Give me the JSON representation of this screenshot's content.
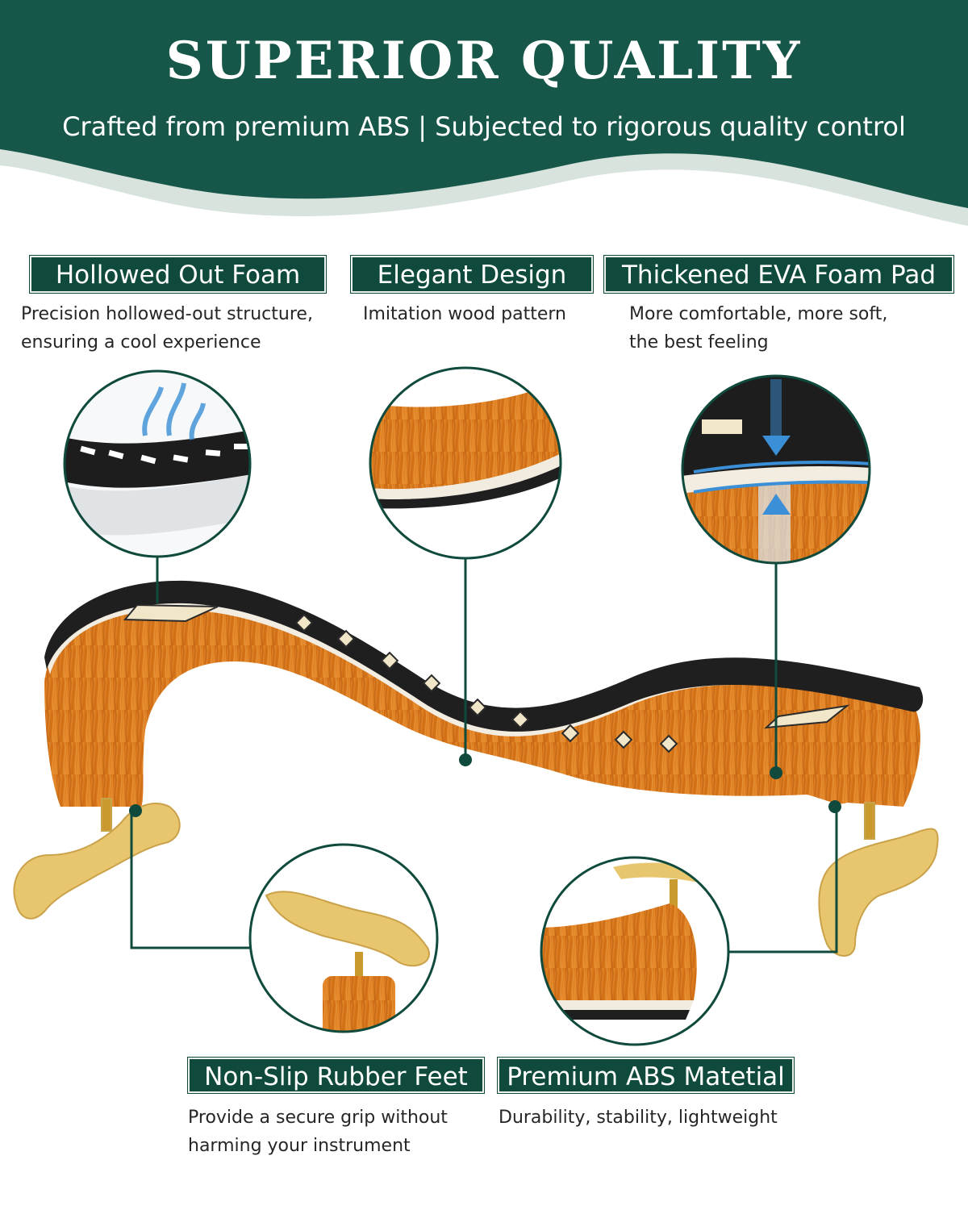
{
  "header": {
    "title": "SUPERIOR QUALITY",
    "subtitle": "Crafted from premium ABS | Subjected to rigorous quality control"
  },
  "features": {
    "hollowed": {
      "label": "Hollowed Out Foam",
      "lines": [
        "Precision hollowed-out structure,",
        "ensuring a cool experience"
      ]
    },
    "elegant": {
      "label": "Elegant Design",
      "lines": [
        "Imitation wood pattern"
      ]
    },
    "thickened": {
      "label": "Thickened EVA Foam Pad",
      "lines": [
        "More comfortable, more soft,",
        "the best feeling"
      ]
    },
    "nonslip": {
      "label": "Non-Slip Rubber Feet",
      "lines": [
        "Provide a secure grip without",
        "harming your instrument"
      ]
    },
    "premium": {
      "label": "Premium ABS Matetial",
      "lines": [
        "Durability, stability, lightweight"
      ]
    }
  },
  "colors": {
    "brand_green": "#0f4a3c",
    "wood_orange": "#d9771c",
    "foam_black": "#1e1e1e",
    "feet_yellow": "#e8c66e"
  }
}
